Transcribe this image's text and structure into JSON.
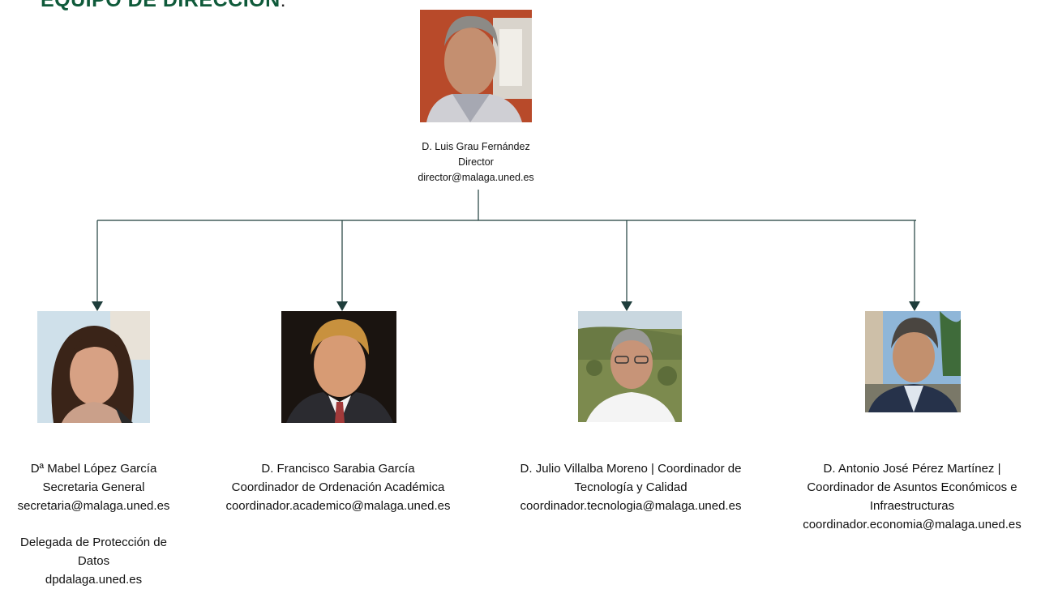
{
  "page": {
    "heading": "EQUIPO DE DIRECCIÓN",
    "heading_suffix": ":"
  },
  "colors": {
    "heading": "#0f5a3a",
    "connector": "#1e3d3b"
  },
  "director": {
    "name": "D. Luis Grau Fernández",
    "role": "Director",
    "email": "director@malaga.uned.es"
  },
  "members": [
    {
      "name": "Dª Mabel López García",
      "role": "Secretaria General",
      "email": "secretaria@malaga.uned.es",
      "extra_role_line1": "Delegada de Protección de",
      "extra_role_line2": "Datos",
      "extra_email": "dpdalaga.uned.es"
    },
    {
      "name": "D. Francisco Sarabia García",
      "role": "Coordinador de Ordenación Académica",
      "email": "coordinador.academico@malaga.uned.es"
    },
    {
      "name_line1": "D. Julio Villalba Moreno | Coordinador de",
      "name_line2": "Tecnología y Calidad",
      "email": "coordinador.tecnologia@malaga.uned.es"
    },
    {
      "name_line1": "D. Antonio José Pérez Martínez |",
      "name_line2": "Coordinador de Asuntos Económicos e",
      "name_line3": "Infraestructuras",
      "email": "coordinador.economia@malaga.uned.es"
    }
  ]
}
